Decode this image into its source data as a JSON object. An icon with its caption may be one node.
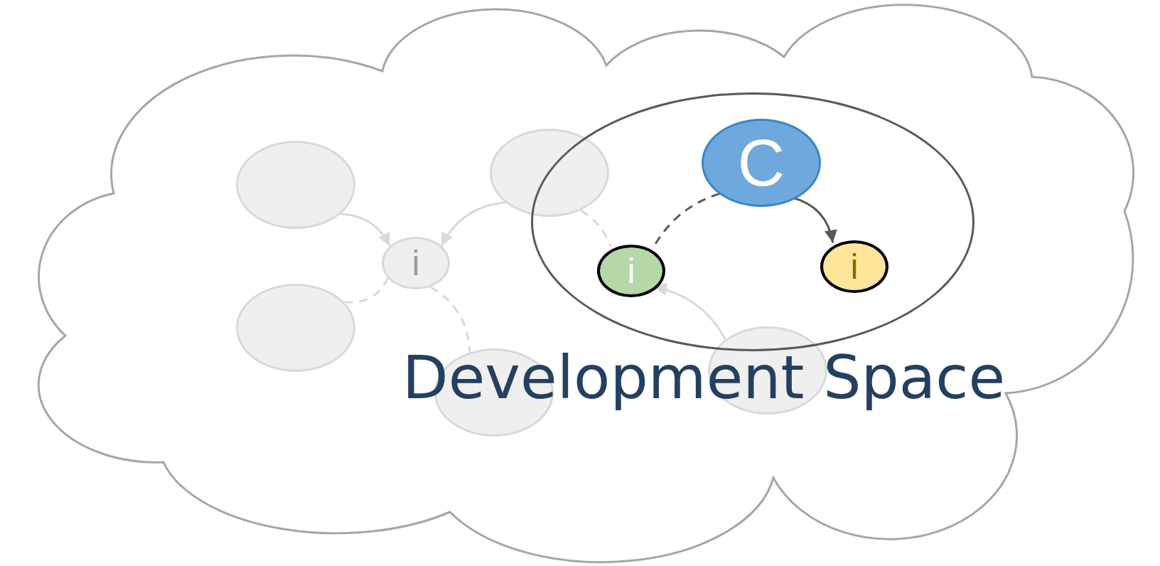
{
  "diagram": {
    "nodes": [
      {
        "text": [
          "Development Space"
        ]
      },
      {
        "text": [],
        "shape": "ellipse",
        "in": 0
      },
      {
        "text": [],
        "shape": "ellipse",
        "in": 0
      },
      {
        "text": [],
        "shape": "ellipse",
        "in": 0
      },
      {
        "text": [
          "C"
        ],
        "in": 3
      },
      {
        "text": [
          "i"
        ],
        "in": 0
      },
      {
        "text": [
          "i"
        ],
        "in": 3
      },
      {
        "text": [
          "i"
        ],
        "in": 3
      },
      {
        "text": [],
        "shape": "ellipse",
        "in": 0
      },
      {
        "text": [],
        "shape": "ellipse",
        "in": 0
      },
      {
        "text": [],
        "shape": "ellipse",
        "in": 0
      }
    ],
    "edges": [
      {
        "from": 1,
        "to": 5,
        "arrow": "to"
      },
      {
        "from": 2,
        "to": 5,
        "arrow": "to"
      },
      {
        "from": 2,
        "to": 6,
        "arrow": "none",
        "style": "dashed"
      },
      {
        "from": 4,
        "to": 6,
        "arrow": "none",
        "style": "dashed",
        "color": "#595959"
      },
      {
        "from": 4,
        "to": 7,
        "arrow": "to",
        "color": "#595959"
      },
      {
        "from": 10,
        "to": 6,
        "arrow": "to"
      },
      {
        "from": 5,
        "to": 8,
        "arrow": "none",
        "style": "dashed"
      },
      {
        "from": 5,
        "to": 9,
        "arrow": "none",
        "style": "dashed"
      }
    ]
  }
}
